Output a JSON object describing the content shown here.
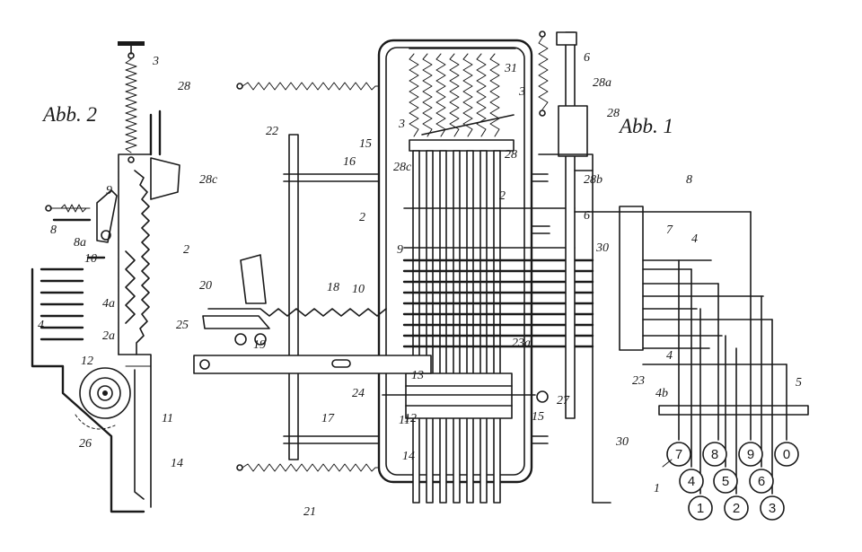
{
  "figures": {
    "abb1": {
      "title": "Abb. 1"
    },
    "abb2": {
      "title": "Abb. 2"
    }
  },
  "abb2_labels": [
    "3",
    "28",
    "28c",
    "9",
    "8",
    "8a",
    "2",
    "10",
    "4a",
    "4",
    "2a",
    "12",
    "11",
    "26",
    "14"
  ],
  "abb1_labels": [
    "22",
    "15",
    "3",
    "3",
    "31",
    "6",
    "28a",
    "28",
    "28b",
    "16",
    "28c",
    "28",
    "2",
    "2",
    "6",
    "9",
    "30",
    "7",
    "8",
    "4",
    "10",
    "18",
    "20",
    "25",
    "19",
    "24",
    "23a",
    "23",
    "4",
    "4b",
    "5",
    "13",
    "12",
    "11",
    "15",
    "27",
    "17",
    "14",
    "30",
    "21",
    "1"
  ],
  "keys": [
    "7",
    "8",
    "9",
    "0",
    "4",
    "5",
    "6",
    "1",
    "2",
    "3"
  ],
  "key_labels": [
    "1"
  ]
}
